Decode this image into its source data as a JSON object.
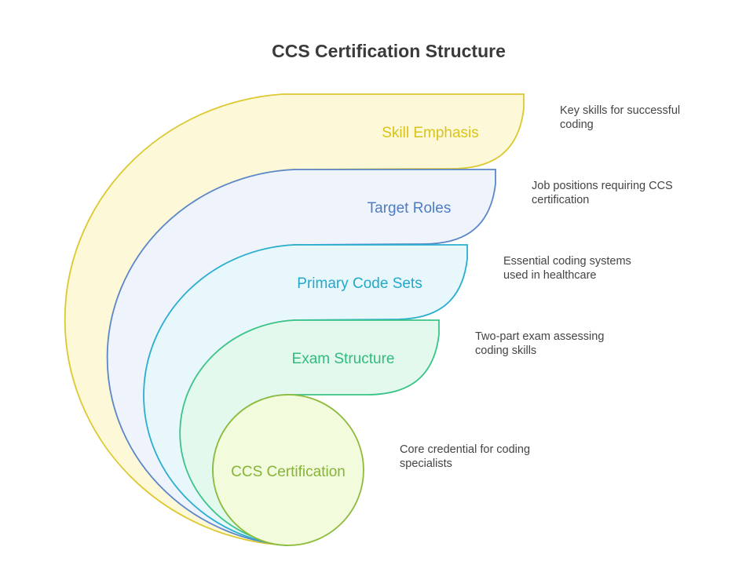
{
  "title": "CCS Certification Structure",
  "layers": [
    {
      "label": "Skill Emphasis",
      "description_line1": "Key skills for successful",
      "description_line2": "coding",
      "fill": "#fdf9d8",
      "stroke": "#dcc830",
      "text_color": "#d8c21c"
    },
    {
      "label": "Target Roles",
      "description_line1": "Job positions requiring CCS",
      "description_line2": "certification",
      "fill": "#eef3fc",
      "stroke": "#5b86c9",
      "text_color": "#4f7cc2"
    },
    {
      "label": "Primary Code Sets",
      "description_line1": "Essential coding systems",
      "description_line2": "used in healthcare",
      "fill": "#e7f7fb",
      "stroke": "#2aaed0",
      "text_color": "#22a8cb"
    },
    {
      "label": "Exam Structure",
      "description_line1": "Two-part exam assessing",
      "description_line2": "coding skills",
      "fill": "#e4f9ee",
      "stroke": "#3cc488",
      "text_color": "#2fbc7c"
    },
    {
      "label": "CCS Certification",
      "description_line1": "Core credential for coding",
      "description_line2": "specialists",
      "fill": "#f2fbdc",
      "stroke": "#8dbb3c",
      "text_color": "#86b436"
    }
  ]
}
